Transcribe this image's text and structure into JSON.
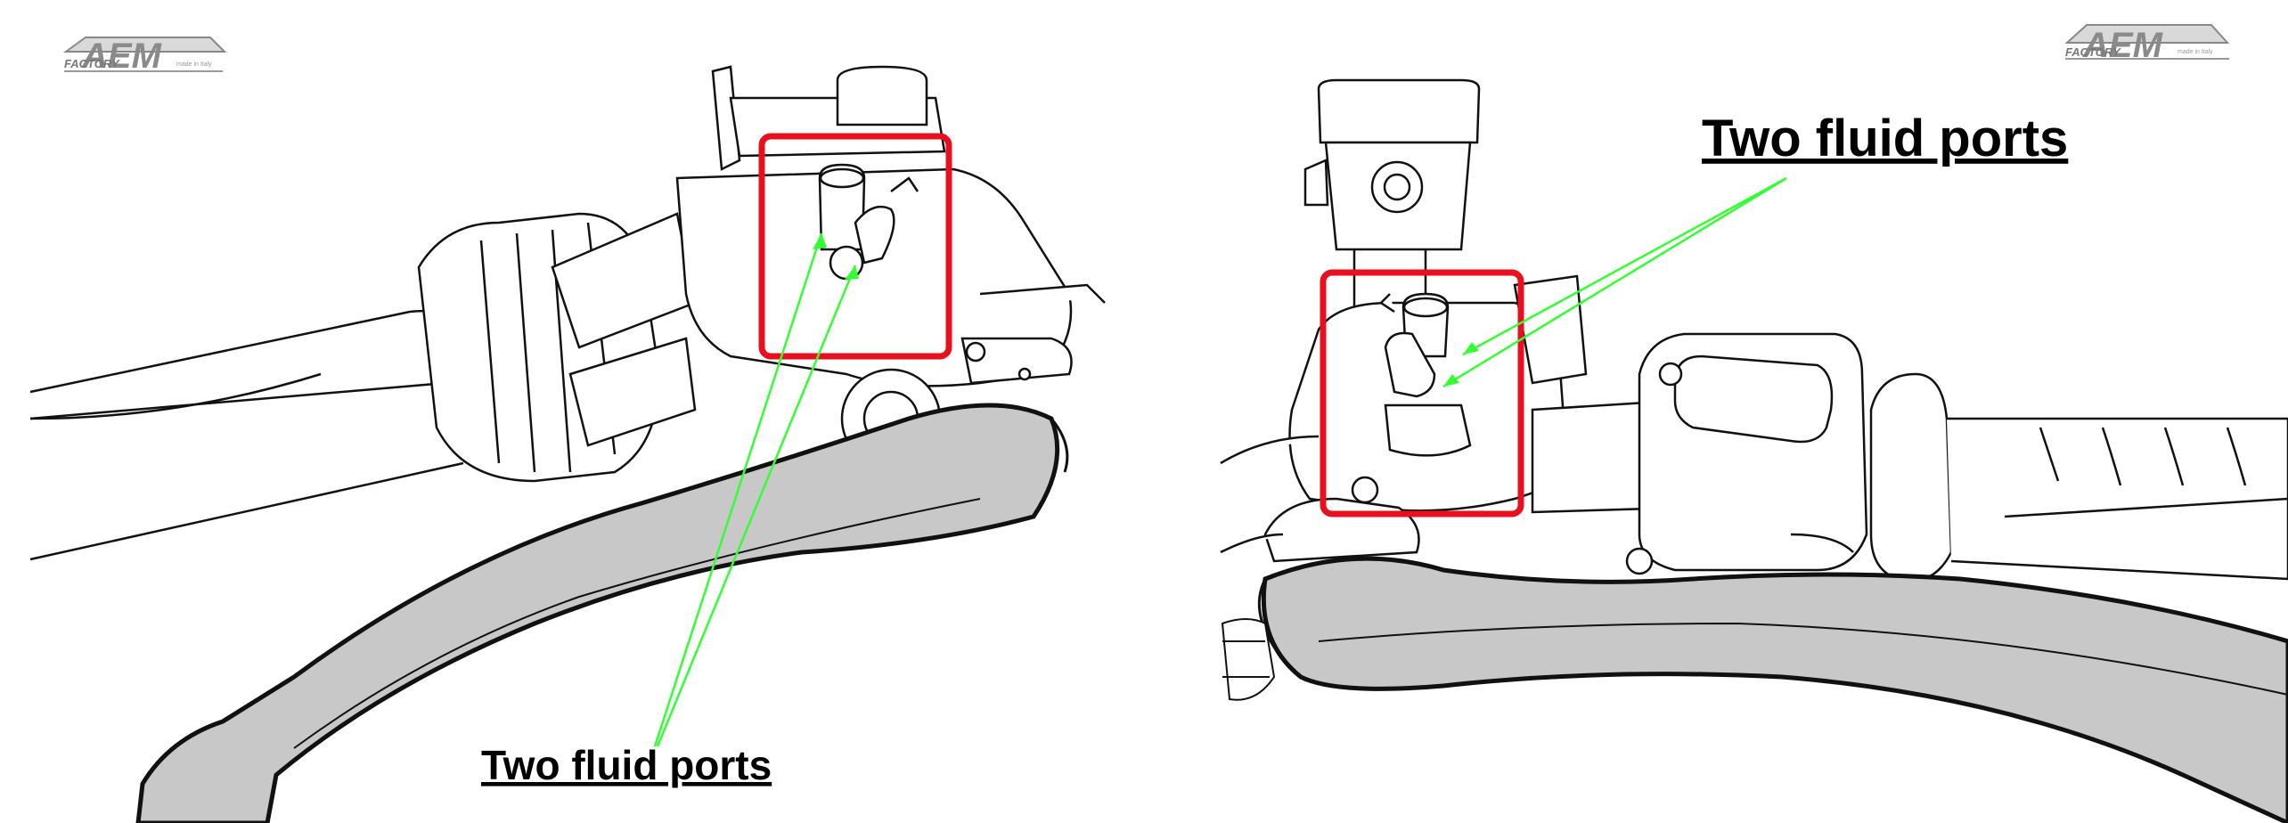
{
  "left_panel": {
    "logo": {
      "brand": "AEM",
      "sub": "FACTORY",
      "tagline": "made in Italy"
    },
    "callout": "Two fluid ports"
  },
  "right_panel": {
    "logo": {
      "brand": "AEM",
      "sub": "FACTORY",
      "tagline": "made in Italy"
    },
    "callout": "Two fluid ports"
  },
  "colors": {
    "highlight_box": "#e8101e",
    "pointer": "#33ff33",
    "lever_fill": "#c8c8c8",
    "outline": "#111111"
  }
}
